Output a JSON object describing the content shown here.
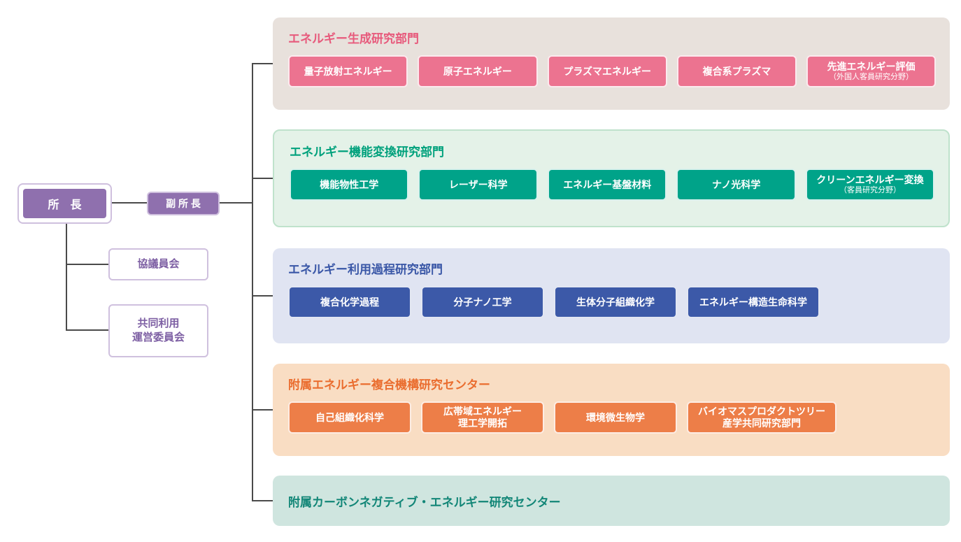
{
  "org": {
    "director": {
      "label": "所　長"
    },
    "vice_director": {
      "label": "副 所 長"
    },
    "committees": [
      {
        "label": "協議員会"
      },
      {
        "label": "共同利用\n運営委員会"
      }
    ],
    "colors": {
      "purple_box": "#8f70ae",
      "purple_border": "#cfc0de",
      "panel1_accent": "#e75a7c",
      "panel1_item": "#ec7390",
      "panel2_accent": "#00a17c",
      "panel2_item": "#00a389",
      "panel3_accent": "#3a57a7",
      "panel3_item": "#3c59a8",
      "panel4_accent": "#ea6d2f",
      "panel4_item": "#ed7e48",
      "panel5_accent": "#128677"
    },
    "departments": [
      {
        "title": "エネルギー生成研究部門",
        "items": [
          {
            "label": "量子放射エネルギー"
          },
          {
            "label": "原子エネルギー"
          },
          {
            "label": "プラズマエネルギー"
          },
          {
            "label": "複合系プラズマ"
          },
          {
            "label": "先進エネルギー評価",
            "sublabel": "（外国人客員研究分野）"
          }
        ]
      },
      {
        "title": "エネルギー機能変換研究部門",
        "items": [
          {
            "label": "機能物性工学"
          },
          {
            "label": "レーザー科学"
          },
          {
            "label": "エネルギー基盤材料"
          },
          {
            "label": "ナノ光科学"
          },
          {
            "label": "クリーンエネルギー変換",
            "sublabel": "（客員研究分野）"
          }
        ]
      },
      {
        "title": "エネルギー利用過程研究部門",
        "items": [
          {
            "label": "複合化学過程"
          },
          {
            "label": "分子ナノ工学"
          },
          {
            "label": "生体分子組織化学"
          },
          {
            "label": "エネルギー構造生命科学"
          }
        ]
      },
      {
        "title": "附属エネルギー複合機構研究センター",
        "items": [
          {
            "label": "自己組織化科学"
          },
          {
            "label": "広帯域エネルギー\n理工学開拓"
          },
          {
            "label": "環境微生物学"
          },
          {
            "label": "バイオマスプロダクトツリー\n産学共同研究部門"
          }
        ]
      },
      {
        "title": "附属カーボンネガティブ・エネルギー研究センター",
        "items": []
      }
    ]
  }
}
